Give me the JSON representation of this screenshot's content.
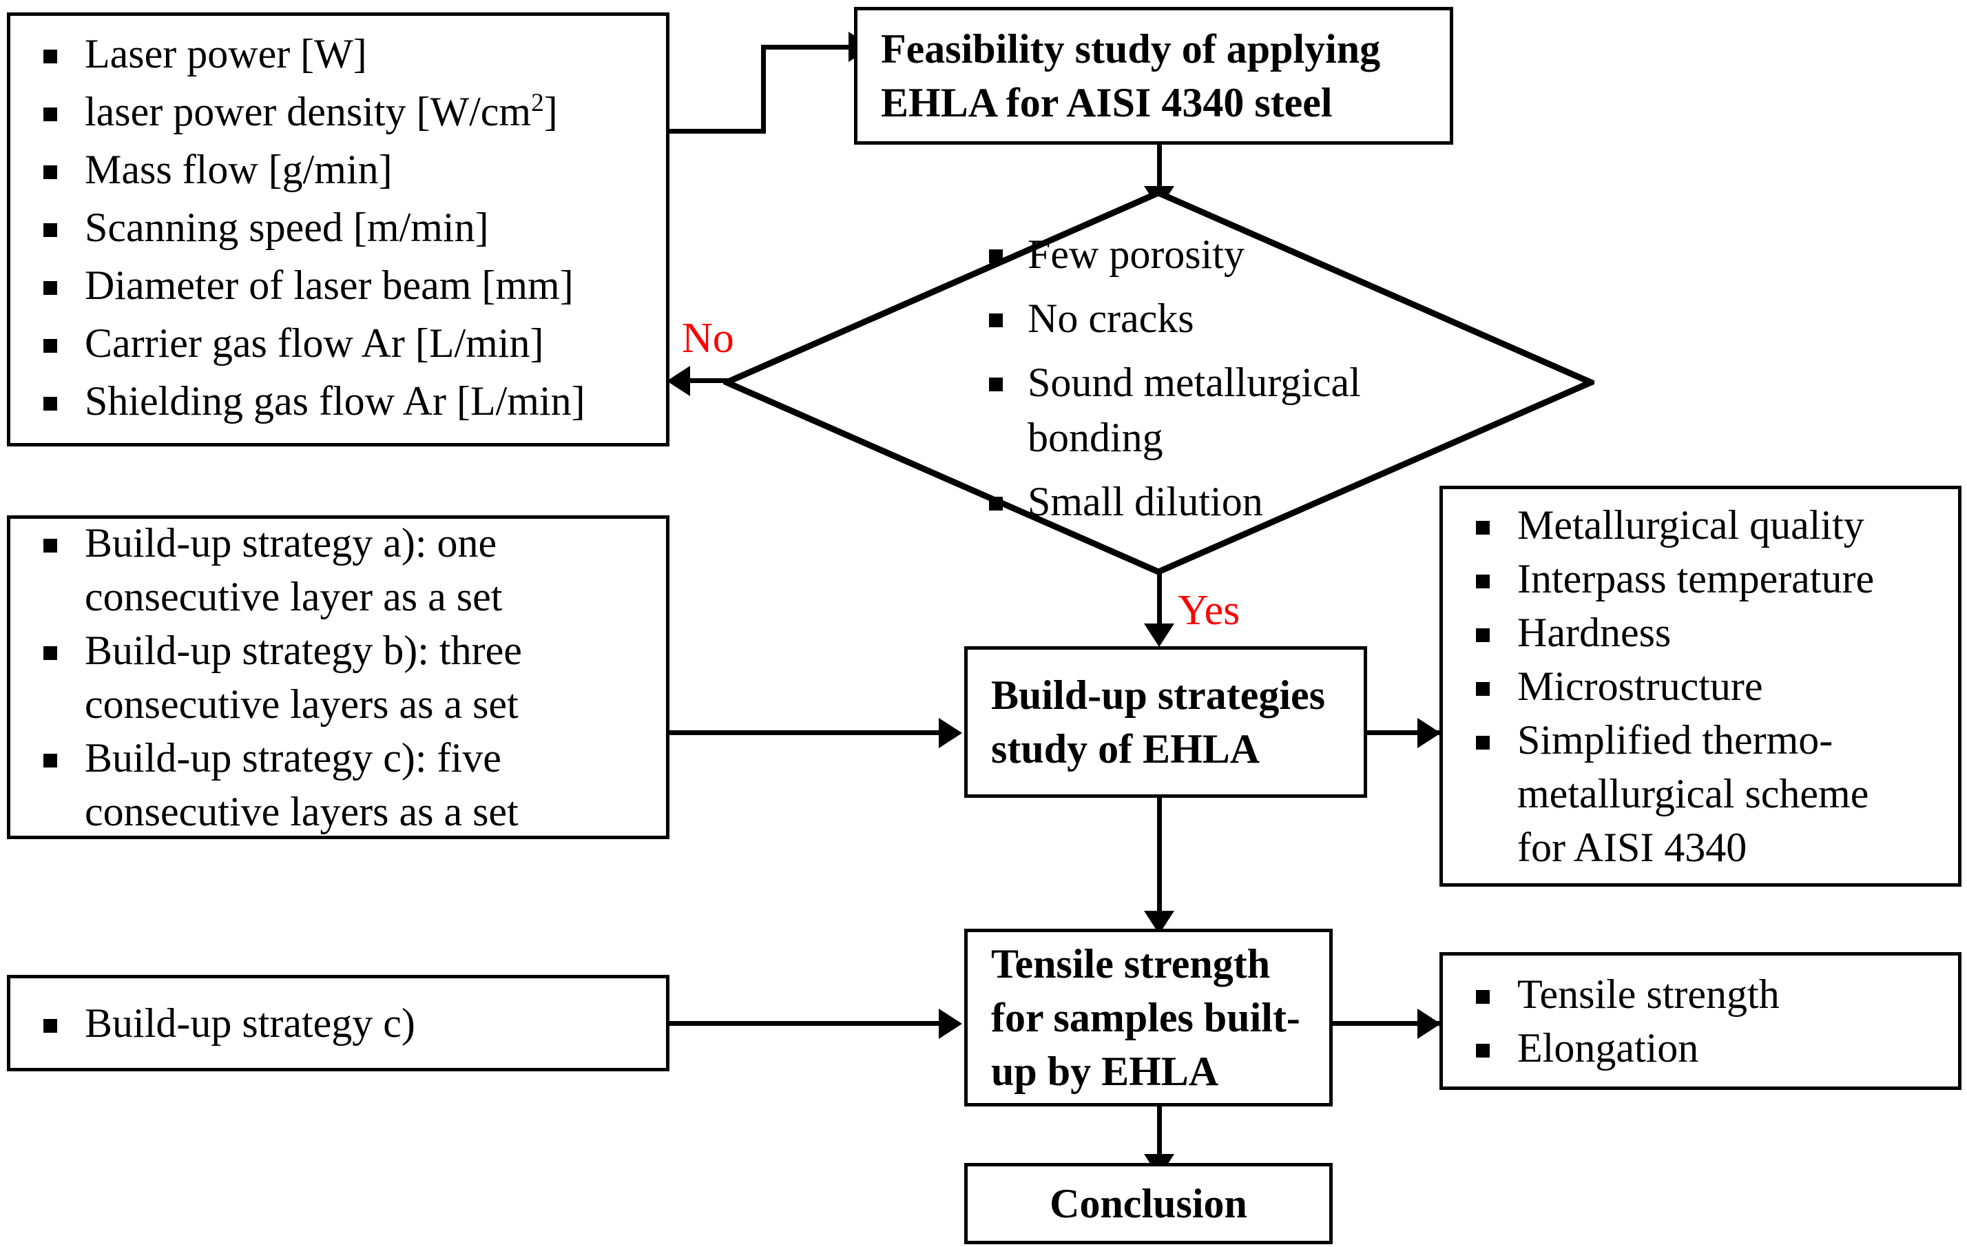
{
  "diagram": {
    "title": "Research methodology flowchart for EHLA applied to AISI 4340 steel",
    "colors": {
      "line": "#000000",
      "box_fill": "#ffffff",
      "decision_label": "#ff0000",
      "text": "#000000"
    }
  },
  "nodes": {
    "process_parameters": {
      "name": "process-parameters-box",
      "items": [
        "Laser power [W]",
        "laser power density [W/cm2]",
        "Mass flow [g/min]",
        "Scanning speed [m/min]",
        "Diameter of laser beam [mm]",
        "Carrier gas flow Ar [L/min]",
        "Shielding gas flow Ar [L/min]"
      ]
    },
    "feasibility_study": {
      "name": "feasibility-study-box",
      "title": "Feasibility study of applying\nEHLA for AISI 4340 steel"
    },
    "quality_decision": {
      "name": "quality-criteria-decision",
      "items": [
        "Few porosity",
        "No cracks",
        "Sound metallurgical\nbonding",
        "Small dilution"
      ],
      "yes_label": "Yes",
      "no_label": "No"
    },
    "buildup_strategies_input": {
      "name": "buildup-strategies-input-box",
      "items": [
        "Build-up strategy a): one\nconsecutive layer as a set",
        "Build-up strategy b): three\nconsecutive layers as a set",
        "Build-up strategy c): five\nconsecutive layers as a set"
      ]
    },
    "buildup_strategies_study": {
      "name": "buildup-strategies-study-box",
      "title": "Build-up strategies\nstudy of EHLA"
    },
    "buildup_outputs": {
      "name": "buildup-outputs-box",
      "items": [
        "Metallurgical quality",
        "Interpass temperature",
        "Hardness",
        "Microstructure",
        "Simplified thermo-\nmetallurgical scheme\nfor AISI 4340"
      ]
    },
    "strategy_c_input": {
      "name": "strategy-c-input-box",
      "items": [
        "Build-up strategy c)"
      ]
    },
    "tensile_study": {
      "name": "tensile-strength-study-box",
      "title": "Tensile strength\nfor samples built-\nup by EHLA"
    },
    "tensile_outputs": {
      "name": "tensile-outputs-box",
      "items": [
        "Tensile strength",
        "Elongation"
      ]
    },
    "conclusion": {
      "name": "conclusion-box",
      "title": "Conclusion"
    }
  }
}
